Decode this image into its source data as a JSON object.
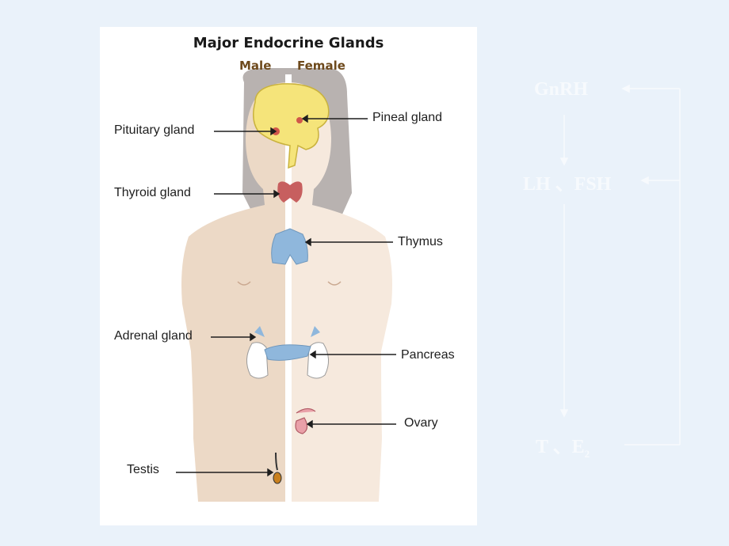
{
  "diagram": {
    "title": "Major Endocrine Glands",
    "sex_labels": {
      "male": "Male",
      "female": "Female"
    },
    "left_labels": {
      "pituitary": "Pituitary gland",
      "thyroid": "Thyroid gland",
      "adrenal": "Adrenal gland",
      "testis": "Testis"
    },
    "right_labels": {
      "pineal": "Pineal gland",
      "thymus": "Thymus",
      "pancreas": "Pancreas",
      "ovary": "Ovary"
    },
    "colors": {
      "body_skin": "#efdccb",
      "brain": "#f5e47a",
      "thyroid": "#c75f5f",
      "thymus": "#8fb7dc",
      "kidney": "#ffffff"
    }
  },
  "flow": {
    "top": "GnRH",
    "middle": "LH 、FSH",
    "bottom_main": "T 、E",
    "bottom_sub": "2"
  }
}
